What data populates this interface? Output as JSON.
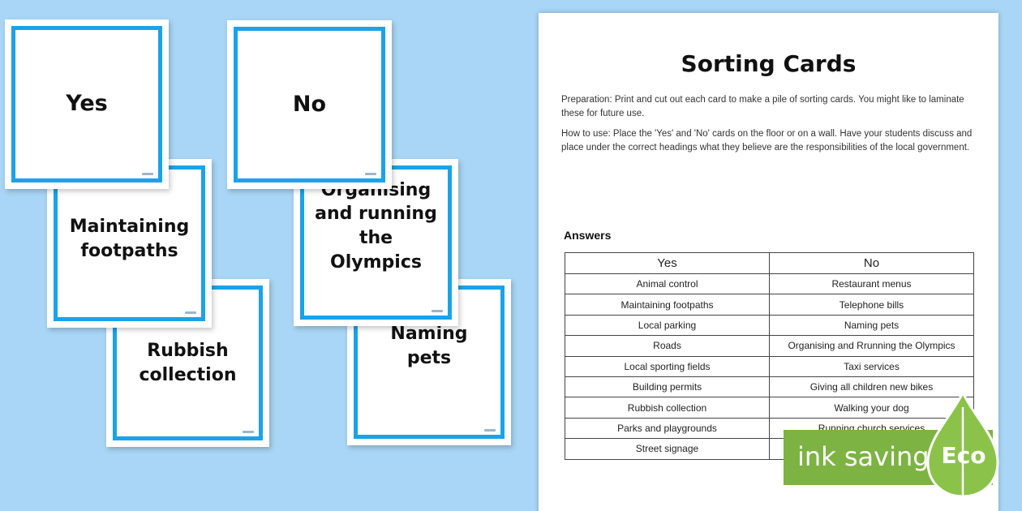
{
  "cards": [
    {
      "id": "yes",
      "text": "Yes"
    },
    {
      "id": "no",
      "text": "No"
    },
    {
      "id": "maintaining",
      "text": "Maintaining footpaths"
    },
    {
      "id": "olympics",
      "text": "Organising and running the Olympics"
    },
    {
      "id": "rubbish",
      "text": "Rubbish collection"
    },
    {
      "id": "naming",
      "text": "Naming pets"
    }
  ],
  "document": {
    "title": "Sorting Cards",
    "preparation": "Preparation: Print and cut out each card to make a pile of sorting cards. You might like to laminate these for future use.",
    "how_to_use": "How to use: Place the 'Yes' and 'No' cards on the floor or on a wall. Have your students discuss and place under the correct headings what they believe are the responsibilities of the local government.",
    "answers_label": "Answers",
    "table": {
      "headers": [
        "Yes",
        "No"
      ],
      "rows": [
        [
          "Animal control",
          "Restaurant menus"
        ],
        [
          "Maintaining footpaths",
          "Telephone bills"
        ],
        [
          "Local parking",
          "Naming pets"
        ],
        [
          "Roads",
          "Organising and Rrunning the Olympics"
        ],
        [
          "Local sporting fields",
          "Taxi services"
        ],
        [
          "Building permits",
          "Giving all children new bikes"
        ],
        [
          "Rubbish collection",
          "Walking your dog"
        ],
        [
          "Parks and playgrounds",
          "Running church services"
        ],
        [
          "Street signage",
          ""
        ]
      ]
    }
  },
  "badge": {
    "text": "ink saving",
    "eco": "Eco",
    "color": "#7cb342",
    "drop_color": "#8bc34a",
    "icon": "leaf-drop-icon"
  },
  "colors": {
    "background": "#a9d6f6",
    "card_border": "#1aa3e8"
  }
}
